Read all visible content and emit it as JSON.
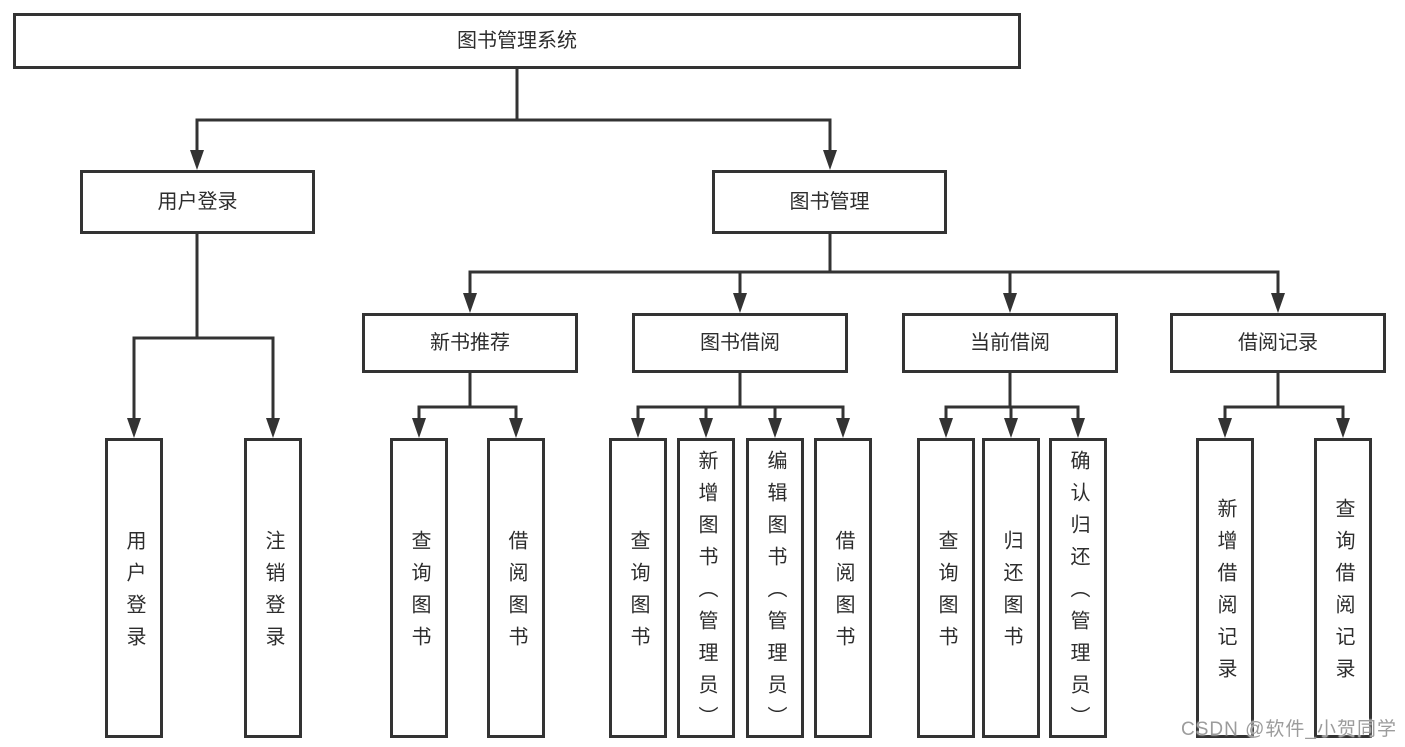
{
  "nodes": {
    "root": "图书管理系统",
    "user_login": "用户登录",
    "book_mgmt": "图书管理",
    "ul_login": "用户登录",
    "ul_logout": "注销登录",
    "new_books": "新书推荐",
    "book_borrow": "图书借阅",
    "current_borrow": "当前借阅",
    "borrow_records": "借阅记录",
    "nb_query": "查询图书",
    "nb_borrow": "借阅图书",
    "bb_query": "查询图书",
    "bb_add": "新增图书（管理员）",
    "bb_edit": "编辑图书（管理员）",
    "bb_borrow": "借阅图书",
    "cb_query": "查询图书",
    "cb_return": "归还图书",
    "cb_confirm": "确认归还（管理员）",
    "br_add": "新增借阅记录",
    "br_query": "查询借阅记录"
  },
  "watermark": "CSDN @软件_小贺同学",
  "colors": {
    "line": "#333333",
    "box_border": "#333333",
    "box_background": "#ffffff",
    "page_background": "#ffffff",
    "text": "#2d2d2d",
    "watermark": "#9c9c9c"
  }
}
